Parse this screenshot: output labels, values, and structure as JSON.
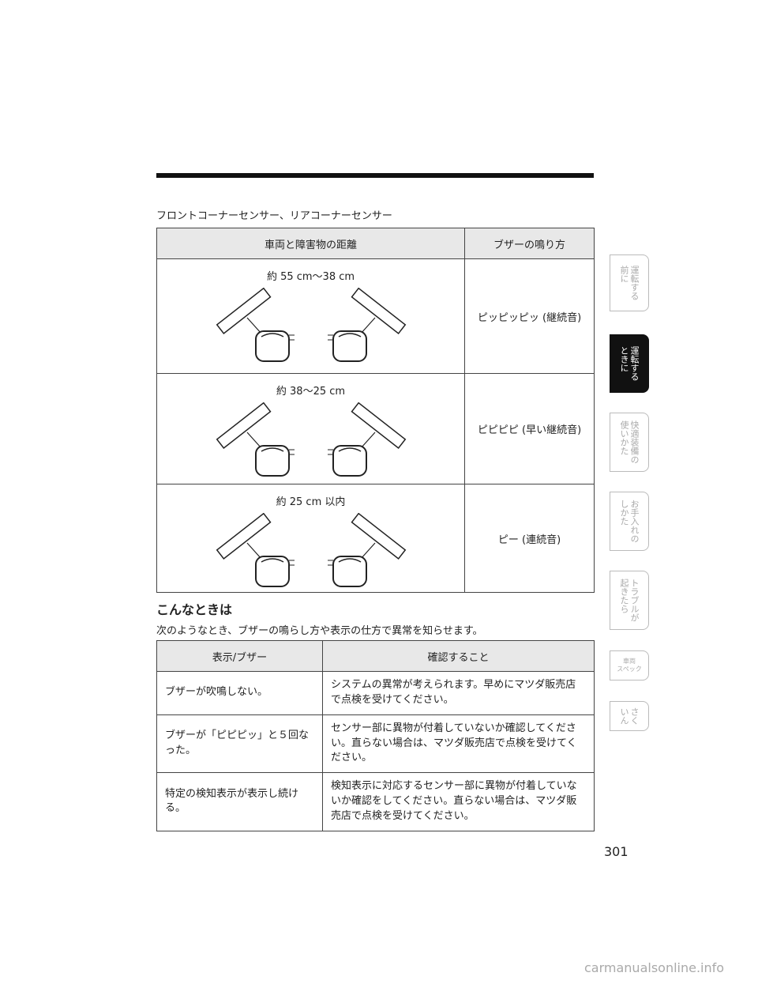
{
  "caption": "フロントコーナーセンサー、リアコーナーセンサー",
  "table1": {
    "headers": [
      "車両と障害物の距離",
      "ブザーの鳴り方"
    ],
    "rows": [
      {
        "distance": "約 55 cm〜38 cm",
        "buzzer": "ピッピッピッ (継続音)"
      },
      {
        "distance": "約 38〜25 cm",
        "buzzer": "ピピピピ (早い継続音)"
      },
      {
        "distance": "約 25 cm 以内",
        "buzzer": "ピー (連続音)"
      }
    ]
  },
  "section": {
    "title": "こんなときは",
    "desc": "次のようなとき、ブザーの鳴らし方や表示の仕方で異常を知らせます。"
  },
  "table2": {
    "headers": [
      "表示/ブザー",
      "確認すること"
    ],
    "rows": [
      {
        "display": "ブザーが吹鳴しない。",
        "check": "システムの異常が考えられます。早めにマツダ販売店で点検を受けてください。"
      },
      {
        "display": "ブザーが「ピピピッ」と５回なった。",
        "check": "センサー部に異物が付着していないか確認してください。直らない場合は、マツダ販売店で点検を受けてください。"
      },
      {
        "display": "特定の検知表示が表示し続ける。",
        "check": "検知表示に対応するセンサー部に異物が付着していないか確認をしてください。直らない場合は、マツダ販売店で点検を受けてください。"
      }
    ]
  },
  "tabs": [
    {
      "label": "運転する\n前に",
      "active": false
    },
    {
      "label": "運転する\nときに",
      "active": true
    },
    {
      "label": "快適装備の\n使いかた",
      "active": false
    },
    {
      "label": "お手入れの\nしかた",
      "active": false
    },
    {
      "label": "トラブルが\n起きたら",
      "active": false
    },
    {
      "label": "車両\nスペック",
      "active": false
    },
    {
      "label": "さく\nいん",
      "active": false
    }
  ],
  "page_number": "301",
  "watermark": "carmanualsonline.info"
}
